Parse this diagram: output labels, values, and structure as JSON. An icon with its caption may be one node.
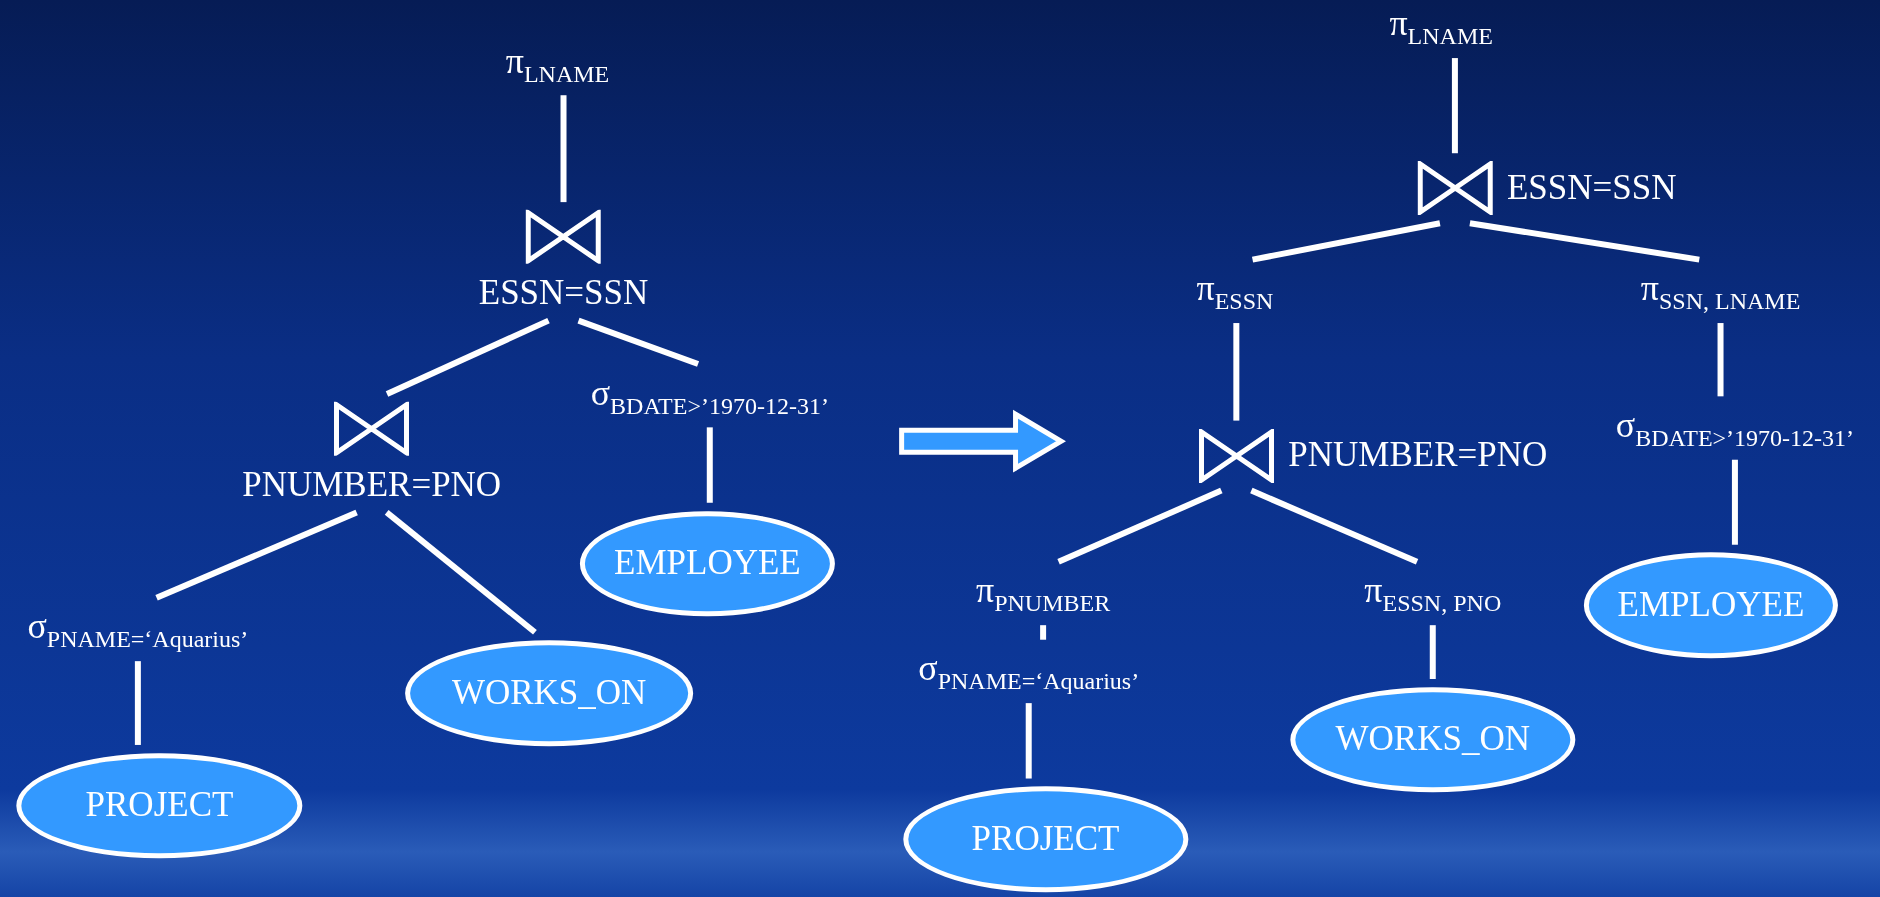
{
  "diagram": {
    "nodes": [
      {
        "text": [
          "π$_{LNAME}$"
        ]
      },
      {
        "text": [
          "ESSN=SSN"
        ]
      },
      {
        "text": [
          "PNUMBER=PNO"
        ]
      },
      {
        "text": [
          "σ$_{BDATE>’1970-12-31’}$"
        ]
      },
      {
        "text": [
          "EMPLOYEE"
        ]
      },
      {
        "text": [
          "σ$_{PNAME=‘Aquarius’}$"
        ]
      },
      {
        "text": [
          "WORKS_ON"
        ]
      },
      {
        "text": [
          "PROJECT"
        ]
      },
      {
        "text": [
          "π$_{LNAME}$"
        ]
      },
      {
        "text": [
          "ESSN=SSN"
        ]
      },
      {
        "text": [
          "π$_{ESSN}$"
        ]
      },
      {
        "text": [
          "π$_{SSN, LNAME}$"
        ]
      },
      {
        "text": [
          "PNUMBER=PNO"
        ]
      },
      {
        "text": [
          "σ$_{BDATE>’1970-12-31’}$"
        ]
      },
      {
        "text": [
          "EMPLOYEE"
        ]
      },
      {
        "text": [
          "π$_{PNUMBER}$"
        ]
      },
      {
        "text": [
          "π$_{ESSN, PNO}$"
        ]
      },
      {
        "text": [
          "σ$_{PNAME=‘Aquarius’}$"
        ]
      },
      {
        "text": [
          "WORKS_ON"
        ]
      },
      {
        "text": [
          "PROJECT"
        ]
      }
    ],
    "edges": [
      {
        "from": 0,
        "to": 1,
        "arrow": "none"
      },
      {
        "from": 1,
        "to": 2,
        "arrow": "none"
      },
      {
        "from": 1,
        "to": 3,
        "arrow": "none"
      },
      {
        "from": 3,
        "to": 4,
        "arrow": "none"
      },
      {
        "from": 2,
        "to": 5,
        "arrow": "none"
      },
      {
        "from": 2,
        "to": 6,
        "arrow": "none"
      },
      {
        "from": 5,
        "to": 7,
        "arrow": "none"
      },
      {
        "from": 8,
        "to": 9,
        "arrow": "none"
      },
      {
        "from": 9,
        "to": 10,
        "arrow": "none"
      },
      {
        "from": 9,
        "to": 11,
        "arrow": "none"
      },
      {
        "from": 10,
        "to": 12,
        "arrow": "none"
      },
      {
        "from": 11,
        "to": 13,
        "arrow": "none"
      },
      {
        "from": 13,
        "to": 14,
        "arrow": "none"
      },
      {
        "from": 12,
        "to": 15,
        "arrow": "none"
      },
      {
        "from": 12,
        "to": 16,
        "arrow": "none"
      },
      {
        "from": 15,
        "to": 17,
        "arrow": "none"
      },
      {
        "from": 17,
        "to": 19,
        "arrow": "none"
      },
      {
        "from": 16,
        "to": 18,
        "arrow": "none"
      }
    ]
  }
}
